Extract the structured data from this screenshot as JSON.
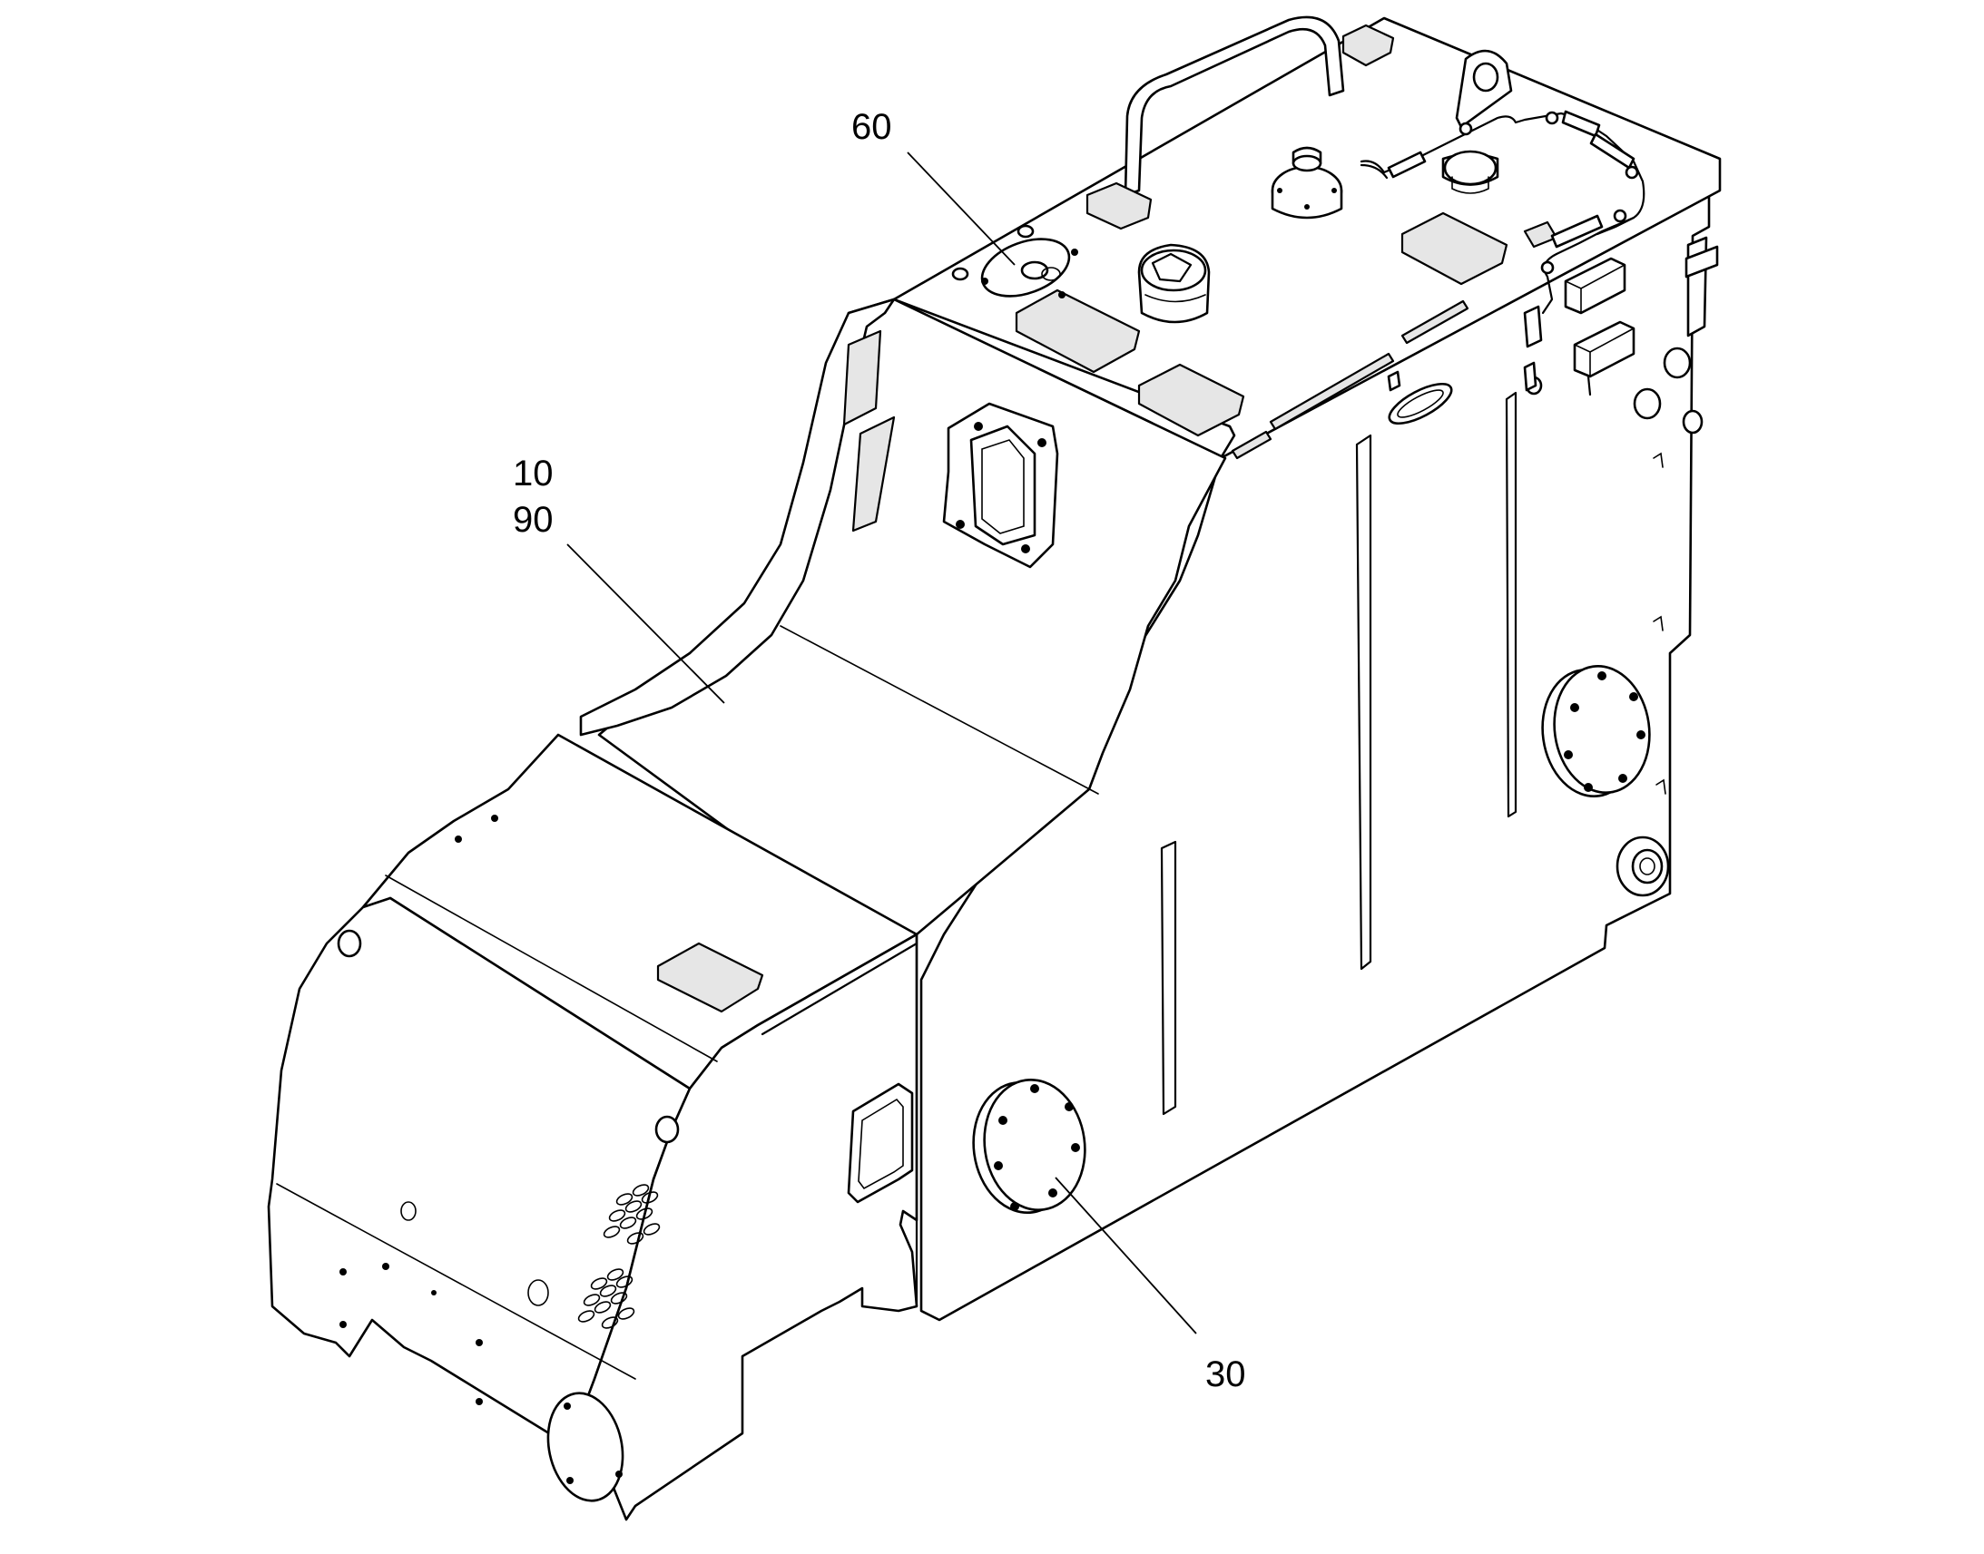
{
  "callouts": {
    "label_60": "60",
    "label_10": "10",
    "label_90": "90",
    "label_30": "30"
  },
  "colors": {
    "line": "#000000",
    "background": "#ffffff",
    "shade": "#e6e6e6"
  }
}
